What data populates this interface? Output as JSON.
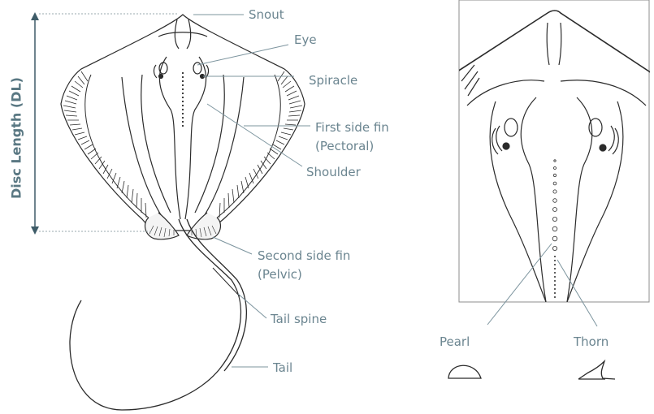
{
  "labels": {
    "snout": "Snout",
    "eye": "Eye",
    "spiracle": "Spiracle",
    "first_side_fin": "First side fin",
    "first_side_fin_sub": "(Pectoral)",
    "shoulder": "Shoulder",
    "second_side_fin": "Second side fin",
    "second_side_fin_sub": "(Pelvic)",
    "tail_spine": "Tail spine",
    "tail": "Tail",
    "disc_length": "Disc Length (DL)",
    "pearl": "Pearl",
    "thorn": "Thorn"
  },
  "colors": {
    "outline": "#2b2b2b",
    "label": "#6b8590",
    "leader": "#7c949e",
    "dl_arrow": "#3e5c68",
    "dotted_guide": "#9aa9ae"
  }
}
